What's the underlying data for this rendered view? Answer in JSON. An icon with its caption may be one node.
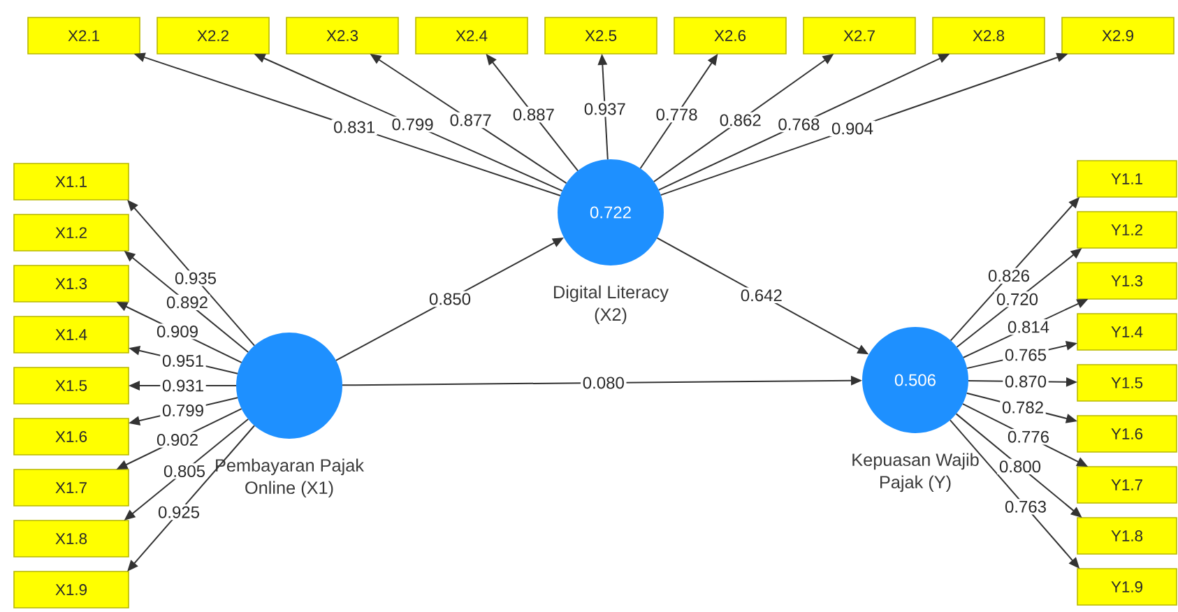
{
  "diagram": {
    "nodes": [
      {
        "text": [
          "X2.1"
        ]
      },
      {
        "text": [
          "X2.2"
        ]
      },
      {
        "text": [
          "X2.3"
        ]
      },
      {
        "text": [
          "X2.4"
        ]
      },
      {
        "text": [
          "X2.5"
        ]
      },
      {
        "text": [
          "X2.6"
        ]
      },
      {
        "text": [
          "X2.7"
        ]
      },
      {
        "text": [
          "X2.8"
        ]
      },
      {
        "text": [
          "X2.9"
        ]
      },
      {
        "text": [
          "0.722"
        ],
        "beside": [
          "Digital Literacy (X2)"
        ]
      },
      {
        "text": [
          "X1.1"
        ]
      },
      {
        "text": [
          "X1.2"
        ]
      },
      {
        "text": [
          "X1.3"
        ]
      },
      {
        "text": [
          "X1.4"
        ]
      },
      {
        "text": [
          "X1.5"
        ]
      },
      {
        "text": [
          "X1.6"
        ]
      },
      {
        "text": [
          "X1.7"
        ]
      },
      {
        "text": [
          "X1.8"
        ]
      },
      {
        "text": [
          "X1.9"
        ]
      },
      {
        "text": [],
        "shape": "circle",
        "beside": [
          "Pembayaran Pajak Online (X1)"
        ]
      },
      {
        "text": [
          "0.506"
        ],
        "beside": [
          "Kepuasan Wajib Pajak (Y)"
        ]
      },
      {
        "text": [
          "Y1.1"
        ]
      },
      {
        "text": [
          "Y1.2"
        ]
      },
      {
        "text": [
          "Y1.3"
        ]
      },
      {
        "text": [
          "Y1.4"
        ]
      },
      {
        "text": [
          "Y1.5"
        ]
      },
      {
        "text": [
          "Y1.6"
        ]
      },
      {
        "text": [
          "Y1.7"
        ]
      },
      {
        "text": [
          "Y1.8"
        ]
      },
      {
        "text": [
          "Y1.9"
        ]
      }
    ],
    "edges": [
      {
        "from": 9,
        "to": 0,
        "arrow": "to",
        "label": "0.831"
      },
      {
        "from": 9,
        "to": 1,
        "arrow": "to",
        "label": "0.799"
      },
      {
        "from": 9,
        "to": 2,
        "arrow": "to",
        "label": "0.877"
      },
      {
        "from": 9,
        "to": 3,
        "arrow": "to",
        "label": "0.887"
      },
      {
        "from": 9,
        "to": 4,
        "arrow": "to",
        "label": "0.937"
      },
      {
        "from": 9,
        "to": 5,
        "arrow": "to",
        "label": "0.778"
      },
      {
        "from": 9,
        "to": 6,
        "arrow": "to",
        "label": "0.862"
      },
      {
        "from": 9,
        "to": 7,
        "arrow": "to",
        "label": "0.768"
      },
      {
        "from": 9,
        "to": 8,
        "arrow": "to",
        "label": "0.904"
      },
      {
        "from": 19,
        "to": 10,
        "arrow": "to",
        "label": "0.935"
      },
      {
        "from": 19,
        "to": 11,
        "arrow": "to",
        "label": "0.892"
      },
      {
        "from": 19,
        "to": 12,
        "arrow": "to",
        "label": "0.909"
      },
      {
        "from": 19,
        "to": 13,
        "arrow": "to",
        "label": "0.951"
      },
      {
        "from": 19,
        "to": 14,
        "arrow": "to",
        "label": "0.931"
      },
      {
        "from": 19,
        "to": 15,
        "arrow": "to",
        "label": "0.799"
      },
      {
        "from": 19,
        "to": 16,
        "arrow": "to",
        "label": "0.902"
      },
      {
        "from": 19,
        "to": 17,
        "arrow": "to",
        "label": "0.805"
      },
      {
        "from": 19,
        "to": 18,
        "arrow": "to",
        "label": "0.925"
      },
      {
        "from": 20,
        "to": 21,
        "arrow": "to",
        "label": "0.826"
      },
      {
        "from": 20,
        "to": 22,
        "arrow": "to",
        "label": "0.720"
      },
      {
        "from": 20,
        "to": 23,
        "arrow": "to",
        "label": "0.814"
      },
      {
        "from": 20,
        "to": 24,
        "arrow": "to",
        "label": "0.765"
      },
      {
        "from": 20,
        "to": 25,
        "arrow": "to",
        "label": "0.870"
      },
      {
        "from": 20,
        "to": 26,
        "arrow": "to",
        "label": "0.782"
      },
      {
        "from": 20,
        "to": 27,
        "arrow": "to",
        "label": "0.776"
      },
      {
        "from": 20,
        "to": 28,
        "arrow": "to",
        "label": "0.800"
      },
      {
        "from": 20,
        "to": 29,
        "arrow": "to",
        "label": "0.763"
      },
      {
        "from": 19,
        "to": 9,
        "arrow": "to",
        "label": "0.850"
      },
      {
        "from": 9,
        "to": 20,
        "arrow": "to",
        "label": "0.642"
      },
      {
        "from": 19,
        "to": 20,
        "arrow": "to",
        "label": "0.080"
      }
    ]
  }
}
